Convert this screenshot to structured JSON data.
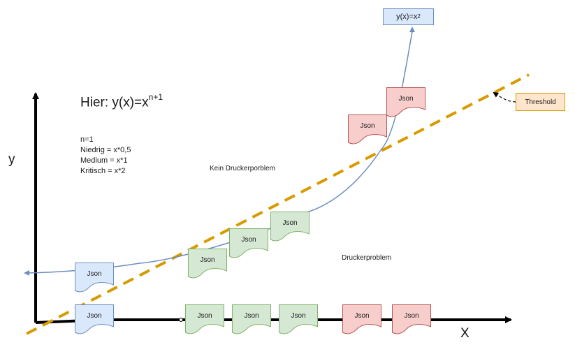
{
  "diagram": {
    "title_prefix": "Hier: y(x)=x",
    "title_exponent": "n+1",
    "params": [
      "n=1",
      "Niedrig = x*0,5",
      "Medium = x*1",
      "Kritisch = x*2"
    ],
    "axis_y_label": "y",
    "axis_x_label": "X",
    "region_above": "Kein Druckerporblem",
    "region_below": "Druckerproblem",
    "curve_label_prefix": "y(x)=x",
    "curve_label_exponent": "2",
    "threshold_label": "Threshold",
    "doc_label": "Json",
    "colors": {
      "blue_fill": "#dae8fc",
      "blue_stroke": "#6c8ebf",
      "green_fill": "#d5e8d4",
      "green_stroke": "#82b366",
      "red_fill": "#f8cecc",
      "red_stroke": "#b85450",
      "threshold": "#d79b00",
      "curve": "#6c8ebf",
      "axis": "#000000"
    }
  }
}
